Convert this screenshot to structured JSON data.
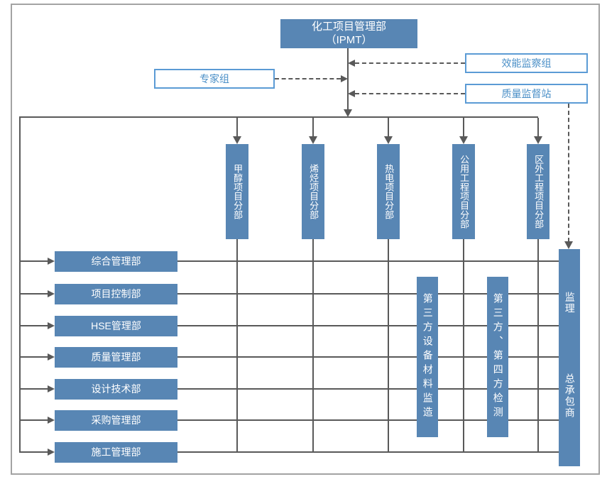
{
  "colors": {
    "box_fill": "#5886b4",
    "box_text": "#ffffff",
    "outline_border": "#5b9bd5",
    "outline_text": "#4a8fc7",
    "connector": "#595959",
    "frame_border": "#a3a3a3",
    "background": "#ffffff"
  },
  "ipmt": {
    "line1": "化工项目管理部",
    "line2": "（IPMT）"
  },
  "advisors": {
    "expert_group": "专家组",
    "efficiency_supervision": "效能监察组",
    "quality_supervision_station": "质量监督站"
  },
  "divisions": [
    "甲醇项目分部",
    "烯烃项目分部",
    "热电项目分部",
    "公用工程项目分部",
    "区外工程项目分部"
  ],
  "departments": [
    "综合管理部",
    "项目控制部",
    "HSE管理部",
    "质量管理部",
    "设计技术部",
    "采购管理部",
    "施工管理部"
  ],
  "third_party": {
    "equipment_supervision": "第三方设备材料监造",
    "inspection": "第三方、第四方检测"
  },
  "contractor": {
    "supervision": "监理",
    "general_contractor": "总承包商"
  }
}
